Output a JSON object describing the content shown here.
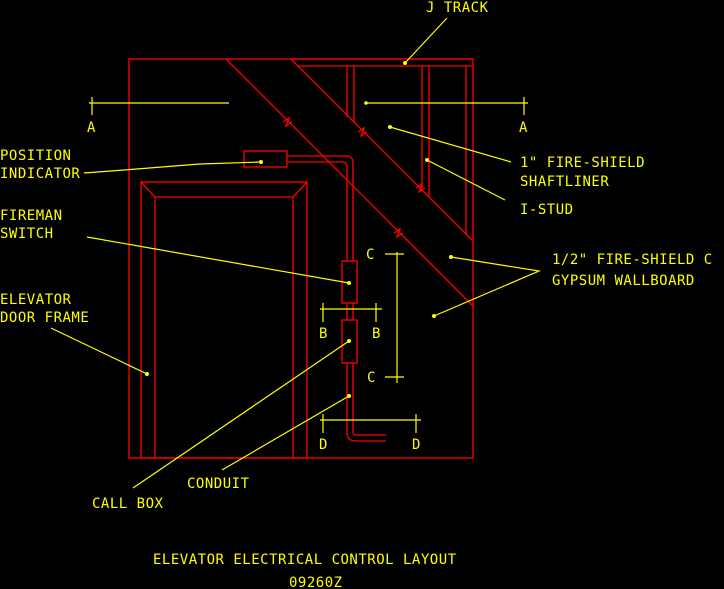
{
  "title": "ELEVATOR ELECTRICAL CONTROL LAYOUT",
  "drawing_number": "09260Z",
  "colors": {
    "background": "#000000",
    "geometry": "#ff0000",
    "annotation": "#ffff00"
  },
  "labels": {
    "j_track": "J TRACK",
    "position_indicator": [
      "POSITION",
      "INDICATOR"
    ],
    "fireman_switch": [
      "FIREMAN",
      "SWITCH"
    ],
    "elevator_door_frame": [
      "ELEVATOR",
      "DOOR FRAME"
    ],
    "shaftliner": [
      "1\" FIRE-SHIELD",
      "SHAFTLINER"
    ],
    "i_stud": "I-STUD",
    "gypsum": [
      "1/2\" FIRE-SHIELD C",
      "GYPSUM WALLBOARD"
    ],
    "call_box": "CALL BOX",
    "conduit": "CONDUIT"
  },
  "section_marks": {
    "a": "A",
    "b": "B",
    "c": "C",
    "d": "D"
  }
}
